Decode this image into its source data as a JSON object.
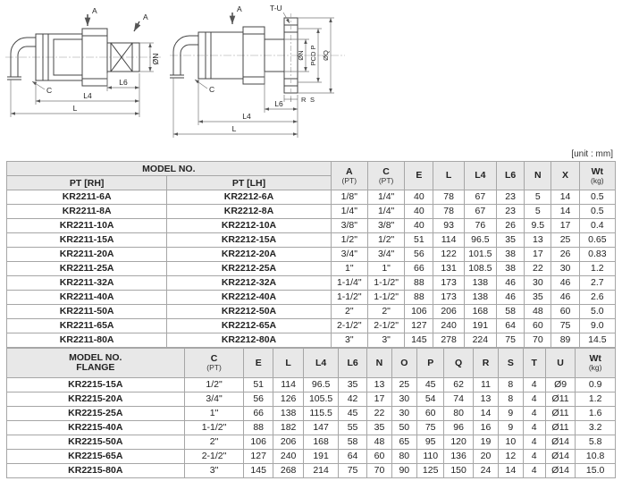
{
  "unit_note": "[unit : mm]",
  "drawings": {
    "left": {
      "section_a": "A",
      "phi_n": "ØN",
      "l6": "L6",
      "l4": "L4",
      "l": "L",
      "c": "C"
    },
    "right": {
      "section_a": "A",
      "tu": "T-U",
      "phi_n": "ØN",
      "pcd_p": "PCD P",
      "phi_q": "ØQ",
      "r": "R",
      "s": "S",
      "l6": "L6",
      "l4": "L4",
      "l": "L",
      "c": "C"
    }
  },
  "table1": {
    "model_header": "MODEL NO.",
    "pt_rh": "PT [RH]",
    "pt_lh": "PT [LH]",
    "columns": [
      {
        "label": "A",
        "sub": "(PT)"
      },
      {
        "label": "C",
        "sub": "(PT)"
      },
      {
        "label": "E",
        "sub": ""
      },
      {
        "label": "L",
        "sub": ""
      },
      {
        "label": "L4",
        "sub": ""
      },
      {
        "label": "L6",
        "sub": ""
      },
      {
        "label": "N",
        "sub": ""
      },
      {
        "label": "X",
        "sub": ""
      },
      {
        "label": "Wt",
        "sub": "(kg)"
      }
    ],
    "rows": [
      [
        "KR2211-6A",
        "KR2212-6A",
        "1/8\"",
        "1/4\"",
        "40",
        "78",
        "67",
        "23",
        "5",
        "14",
        "0.5"
      ],
      [
        "KR2211-8A",
        "KR2212-8A",
        "1/4\"",
        "1/4\"",
        "40",
        "78",
        "67",
        "23",
        "5",
        "14",
        "0.5"
      ],
      [
        "KR2211-10A",
        "KR2212-10A",
        "3/8\"",
        "3/8\"",
        "40",
        "93",
        "76",
        "26",
        "9.5",
        "17",
        "0.4"
      ],
      [
        "KR2211-15A",
        "KR2212-15A",
        "1/2\"",
        "1/2\"",
        "51",
        "114",
        "96.5",
        "35",
        "13",
        "25",
        "0.65"
      ],
      [
        "KR2211-20A",
        "KR2212-20A",
        "3/4\"",
        "3/4\"",
        "56",
        "122",
        "101.5",
        "38",
        "17",
        "26",
        "0.83"
      ],
      [
        "KR2211-25A",
        "KR2212-25A",
        "1\"",
        "1\"",
        "66",
        "131",
        "108.5",
        "38",
        "22",
        "30",
        "1.2"
      ],
      [
        "KR2211-32A",
        "KR2212-32A",
        "1-1/4\"",
        "1-1/2\"",
        "88",
        "173",
        "138",
        "46",
        "30",
        "46",
        "2.7"
      ],
      [
        "KR2211-40A",
        "KR2212-40A",
        "1-1/2\"",
        "1-1/2\"",
        "88",
        "173",
        "138",
        "46",
        "35",
        "46",
        "2.6"
      ],
      [
        "KR2211-50A",
        "KR2212-50A",
        "2\"",
        "2\"",
        "106",
        "206",
        "168",
        "58",
        "48",
        "60",
        "5.0"
      ],
      [
        "KR2211-65A",
        "KR2212-65A",
        "2-1/2\"",
        "2-1/2\"",
        "127",
        "240",
        "191",
        "64",
        "60",
        "75",
        "9.0"
      ],
      [
        "KR2211-80A",
        "KR2212-80A",
        "3\"",
        "3\"",
        "145",
        "278",
        "224",
        "75",
        "70",
        "89",
        "14.5"
      ]
    ]
  },
  "table2": {
    "model_header_line1": "MODEL NO.",
    "model_header_line2": "FLANGE",
    "columns": [
      {
        "label": "C",
        "sub": "(PT)"
      },
      {
        "label": "E",
        "sub": ""
      },
      {
        "label": "L",
        "sub": ""
      },
      {
        "label": "L4",
        "sub": ""
      },
      {
        "label": "L6",
        "sub": ""
      },
      {
        "label": "N",
        "sub": ""
      },
      {
        "label": "O",
        "sub": ""
      },
      {
        "label": "P",
        "sub": ""
      },
      {
        "label": "Q",
        "sub": ""
      },
      {
        "label": "R",
        "sub": ""
      },
      {
        "label": "S",
        "sub": ""
      },
      {
        "label": "T",
        "sub": ""
      },
      {
        "label": "U",
        "sub": ""
      },
      {
        "label": "Wt",
        "sub": "(kg)"
      }
    ],
    "rows": [
      [
        "KR2215-15A",
        "1/2\"",
        "51",
        "114",
        "96.5",
        "35",
        "13",
        "25",
        "45",
        "62",
        "11",
        "8",
        "4",
        "Ø9",
        "0.9"
      ],
      [
        "KR2215-20A",
        "3/4\"",
        "56",
        "126",
        "105.5",
        "42",
        "17",
        "30",
        "54",
        "74",
        "13",
        "8",
        "4",
        "Ø11",
        "1.2"
      ],
      [
        "KR2215-25A",
        "1\"",
        "66",
        "138",
        "115.5",
        "45",
        "22",
        "30",
        "60",
        "80",
        "14",
        "9",
        "4",
        "Ø11",
        "1.6"
      ],
      [
        "KR2215-40A",
        "1-1/2\"",
        "88",
        "182",
        "147",
        "55",
        "35",
        "50",
        "75",
        "96",
        "16",
        "9",
        "4",
        "Ø11",
        "3.2"
      ],
      [
        "KR2215-50A",
        "2\"",
        "106",
        "206",
        "168",
        "58",
        "48",
        "65",
        "95",
        "120",
        "19",
        "10",
        "4",
        "Ø14",
        "5.8"
      ],
      [
        "KR2215-65A",
        "2-1/2\"",
        "127",
        "240",
        "191",
        "64",
        "60",
        "80",
        "110",
        "136",
        "20",
        "12",
        "4",
        "Ø14",
        "10.8"
      ],
      [
        "KR2215-80A",
        "3\"",
        "145",
        "268",
        "214",
        "75",
        "70",
        "90",
        "125",
        "150",
        "24",
        "14",
        "4",
        "Ø14",
        "15.0"
      ]
    ]
  }
}
